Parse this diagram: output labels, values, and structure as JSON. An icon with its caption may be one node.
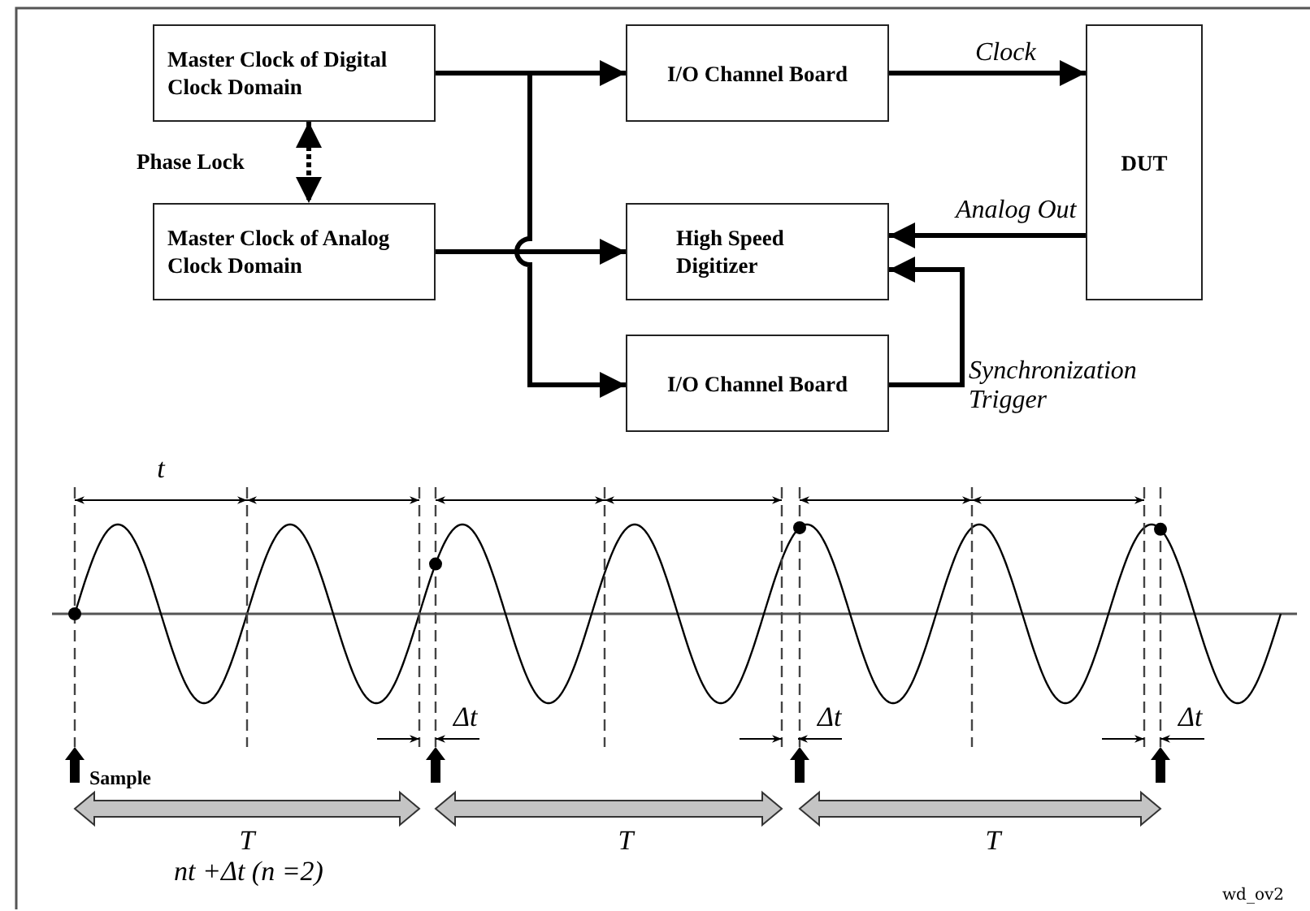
{
  "diagram": {
    "nodes": [
      {
        "text": [
          "Master Clock of Digital Clock Domain"
        ]
      },
      {
        "text": [
          "Master Clock of Analog Clock Domain"
        ]
      },
      {
        "text": [
          "I/O Channel Board"
        ]
      },
      {
        "text": [
          "DUT"
        ]
      },
      {
        "text": [
          "High Speed Digitizer"
        ]
      },
      {
        "text": [
          "I/O Channel Board"
        ]
      }
    ],
    "edges": [
      {
        "from": 0,
        "to": 2,
        "arrow": "to"
      },
      {
        "from": 0,
        "to": 5,
        "arrow": "to"
      },
      {
        "from": 1,
        "to": 4,
        "arrow": "to"
      },
      {
        "from": 2,
        "to": 3,
        "arrow": "to",
        "label": "Clock"
      },
      {
        "from": 3,
        "to": 4,
        "arrow": "to",
        "label": "Analog Out"
      },
      {
        "from": 5,
        "to": 4,
        "arrow": "to",
        "label": "Synchronization Trigger"
      },
      {
        "from": 0,
        "to": 1,
        "arrow": "both",
        "style": "dashed",
        "label": "Phase Lock"
      }
    ],
    "labels": [
      "t",
      "Δt",
      "Δt",
      "Δt",
      "Sample",
      "T",
      "T",
      "T",
      "nt +Δt (n =2)",
      "wd_ov2"
    ]
  }
}
